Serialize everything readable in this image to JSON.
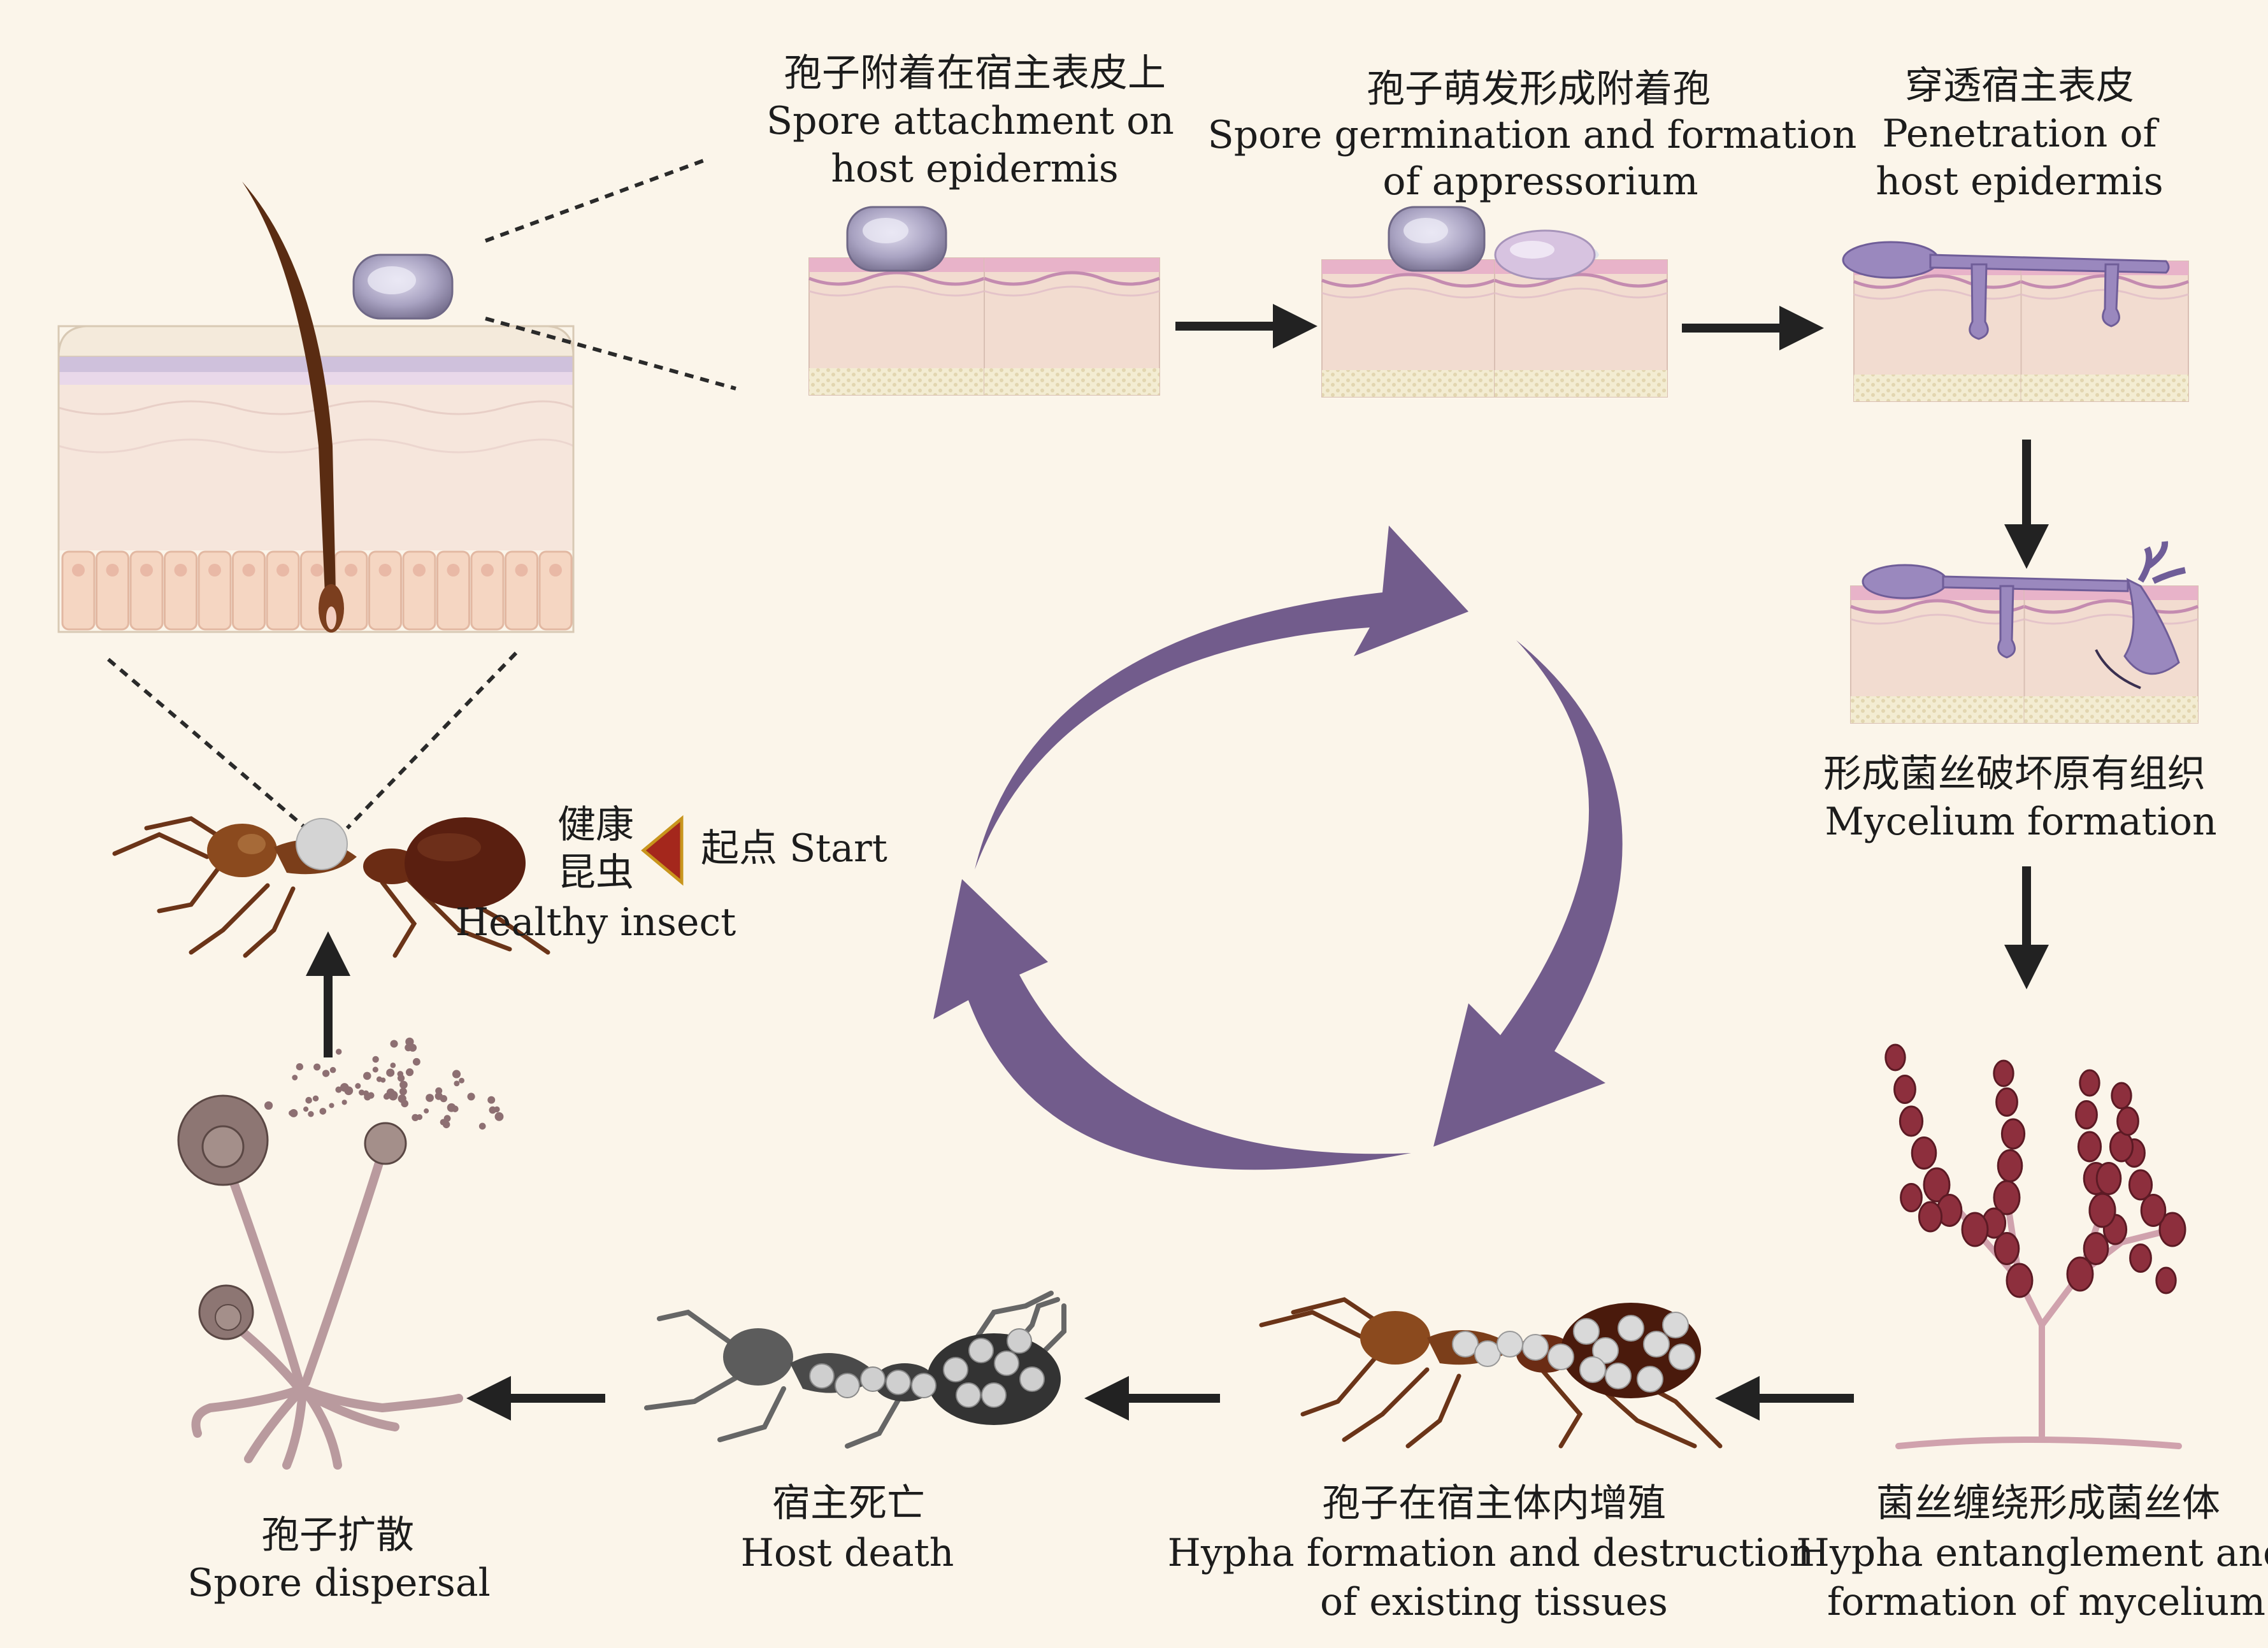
{
  "colors": {
    "background": "#fbf5ea",
    "cycle_arrow": "#725c8c",
    "flow_arrow": "#222222",
    "spore": "#a9a3c2",
    "hypha": "#9a88be",
    "skin_top": "#e5a8c4",
    "skin_body": "#f2dcd0",
    "fruiting_body": "#8d2f3d",
    "ant_brown": "#6b3418",
    "dead_ant": "#555555",
    "start_marker": "#a4271c"
  },
  "icons": [
    "hair-follicle-icon",
    "spore-icon",
    "skin-section-icon",
    "hypha-icon",
    "ant-icon",
    "cordyceps-fruiting-icon",
    "conidiophore-icon",
    "cycle-arrow-icon"
  ],
  "stages": {
    "attachment": {
      "cn": "孢子附着在宿主表皮上",
      "en1": "Spore attachment on",
      "en2": "host epidermis"
    },
    "germination": {
      "cn": "孢子萌发形成附着孢",
      "en1": "Spore germination and formation",
      "en2": "of appressorium"
    },
    "penetration": {
      "cn": "穿透宿主表皮",
      "en1": "Penetration of",
      "en2": "host epidermis"
    },
    "mycelium": {
      "cn": "形成菌丝破坏原有组织",
      "en1": "Mycelium formation"
    },
    "entanglement": {
      "cn": "菌丝缠绕形成菌丝体",
      "en1": "Hypha entanglement and",
      "en2": "formation of mycelium"
    },
    "proliferation": {
      "cn": "孢子在宿主体内增殖",
      "en1": "Hypha formation and destruction",
      "en2": "of existing tissues"
    },
    "death": {
      "cn": "宿主死亡",
      "en1": "Host death"
    },
    "dispersal": {
      "cn": "孢子扩散",
      "en1": "Spore dispersal"
    },
    "healthy": {
      "cn1": "健康",
      "cn2": "昆虫",
      "en1": "Healthy insect"
    },
    "start": {
      "label": "起点 Start"
    }
  }
}
